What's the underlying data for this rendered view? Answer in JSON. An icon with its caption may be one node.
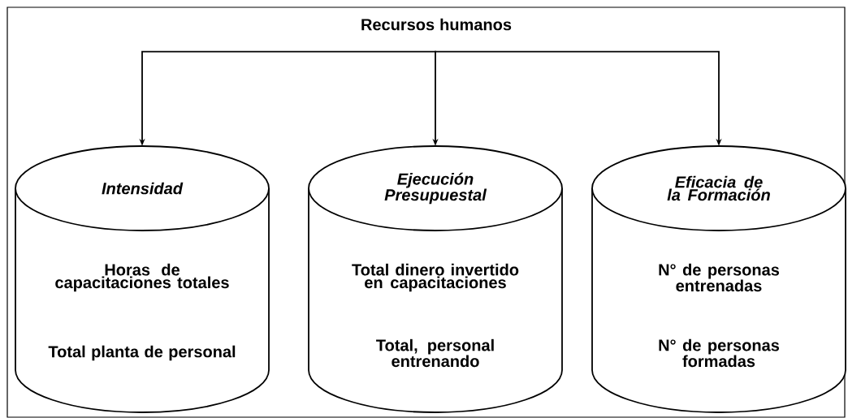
{
  "diagram": {
    "nodes": [
      {
        "text": [
          "Recursos humanos"
        ]
      },
      {
        "text": [
          "Intensidad",
          "Horas de capacitaciones totales",
          "Total planta de personal"
        ]
      },
      {
        "text": [
          "Ejecución Presupuestal",
          "Total dinero invertido en capacitaciones",
          "Total, personal entrenando"
        ]
      },
      {
        "text": [
          "Eficacia de la Formación",
          "N° de personas entrenadas",
          "N° de personas formadas"
        ]
      }
    ],
    "edges": [
      {
        "from": 0,
        "to": 1,
        "arrow": "to"
      },
      {
        "from": 0,
        "to": 2,
        "arrow": "to"
      },
      {
        "from": 0,
        "to": 3,
        "arrow": "to"
      }
    ]
  }
}
